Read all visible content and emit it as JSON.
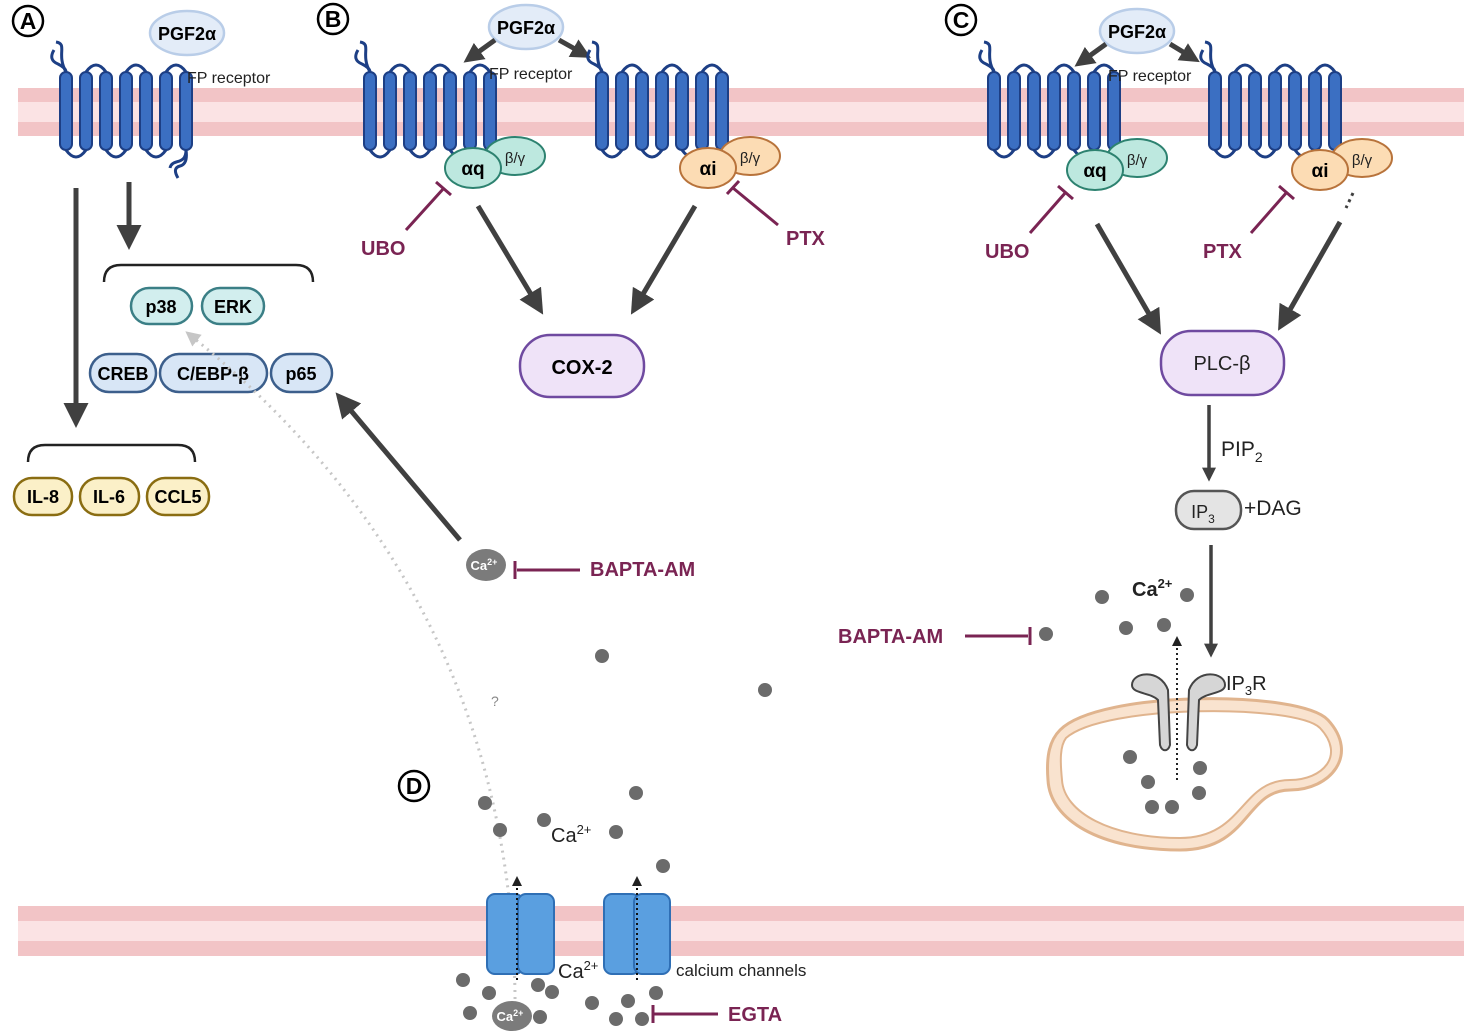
{
  "panels": {
    "a": {
      "letter": "A"
    },
    "b": {
      "letter": "B"
    },
    "c": {
      "letter": "C"
    },
    "d": {
      "letter": "D"
    }
  },
  "ligand": "PGF2α",
  "receptor_label": "FP receptor",
  "gq": {
    "alpha": "αq",
    "beta_gamma": "β/γ"
  },
  "gi": {
    "alpha": "αi",
    "beta_gamma": "β/γ"
  },
  "kinases": [
    "p38",
    "ERK"
  ],
  "transcription_factors": [
    "CREB",
    "C/EBP-β",
    "p65"
  ],
  "cytokines": [
    "IL-8",
    "IL-6",
    "CCL5"
  ],
  "inhibitors": {
    "ubo": "UBO",
    "ptx": "PTX",
    "bapta": "BAPTA-AM",
    "egta": "EGTA"
  },
  "cox2": "COX-2",
  "plc": "PLC-β",
  "pip2": {
    "base": "PIP",
    "sub": "2"
  },
  "ip3": {
    "base": "IP",
    "sub": "3"
  },
  "dag": "+DAG",
  "ip3r": {
    "base": "IP",
    "sub": "3",
    "suffix": "R"
  },
  "ca": {
    "base": "Ca",
    "sup": "2+"
  },
  "question_mark": "?",
  "calcium_channels_label": "calcium channels",
  "colors": {
    "membrane": "#f2c4c6",
    "receptor": "#3b6fc2",
    "gq_fill": "#bde8df",
    "gi_fill": "#fcdcb4",
    "kinase_fill": "#d2eeee",
    "tf_fill": "#d8e6f6",
    "cytokine_fill": "#fbf0c8",
    "enzyme_fill": "#efe3f8",
    "inhibitor": "#7a2453",
    "arrow": "#404040",
    "ca_dot": "#6b6b6b",
    "er_fill": "#f6d6bc"
  }
}
